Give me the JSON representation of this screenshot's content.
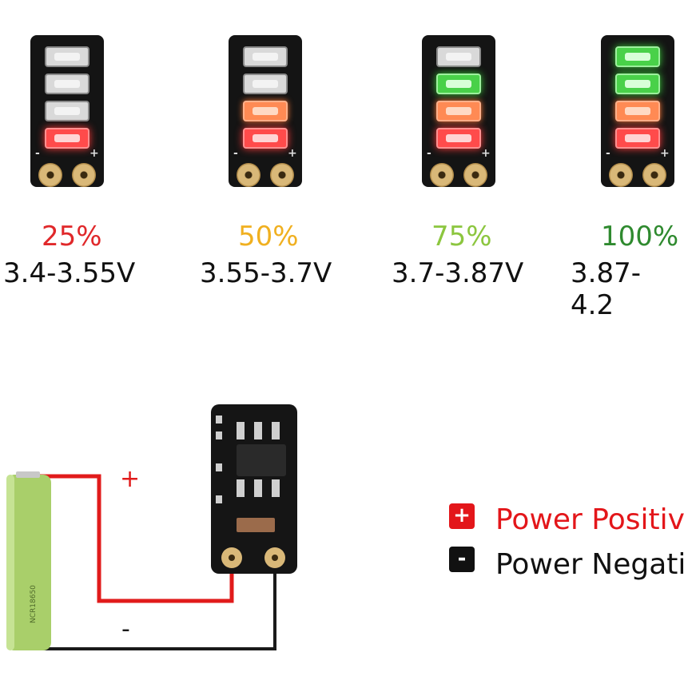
{
  "levels": [
    {
      "percent": "25%",
      "voltage": "3.4-3.55V",
      "color": "#e0282a"
    },
    {
      "percent": "50%",
      "voltage": "3.55-3.7V",
      "color": "#f0b020"
    },
    {
      "percent": "75%",
      "voltage": "3.7-3.87V",
      "color": "#8cc63f"
    },
    {
      "percent": "100%",
      "voltage": "3.87-4.2",
      "color": "#2f8a2f"
    }
  ],
  "board_signs": {
    "minus": "-",
    "plus": "+"
  },
  "wiring": {
    "plus_label": "+",
    "minus_label": "-"
  },
  "legend": {
    "positive": {
      "symbol": "+",
      "text": "Power Positiv",
      "color": "#e3161a"
    },
    "negative": {
      "symbol": "-",
      "text": "Power Negati",
      "color": "#111111"
    }
  }
}
